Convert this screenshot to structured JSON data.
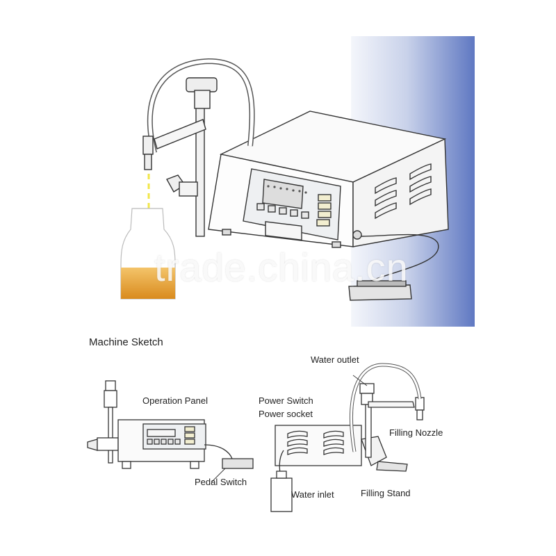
{
  "sketch_title": "Machine Sketch",
  "labels": {
    "operation_panel": "Operation Panel",
    "pedal_switch": "Pedal Switch",
    "power_switch": "Power Switch",
    "power_socket": "Power socket",
    "water_outlet": "Water outlet",
    "filling_nozzle": "Filling Nozzle",
    "water_inlet": "Water inlet",
    "filling_stand": "Filling Stand"
  },
  "watermark": "trade.china.cn",
  "colors": {
    "line": "#333333",
    "panel_bg_top": "#e6eaf5",
    "panel_bg_bottom": "#6e84c7",
    "liquid": "#e2a03a",
    "stream": "#f1e64a",
    "button": "#f2eed0"
  }
}
